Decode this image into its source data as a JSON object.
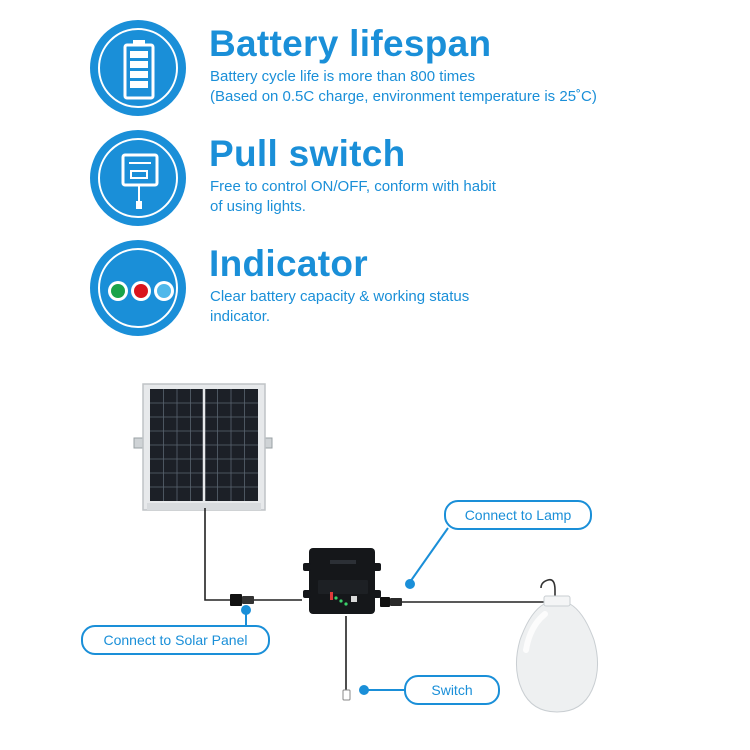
{
  "features": [
    {
      "icon": "battery-icon",
      "title": "Battery lifespan",
      "desc_line1": "Battery cycle life is more than 800 times",
      "desc_line2": "(Based on 0.5C charge, environment temperature is 25˚C)"
    },
    {
      "icon": "pull-switch-icon",
      "title": "Pull switch",
      "desc_line1": "Free to control ON/OFF, conform with habit",
      "desc_line2": "of using lights."
    },
    {
      "icon": "indicator-lights-icon",
      "title": "Indicator",
      "desc_line1": "Clear battery capacity & working status",
      "desc_line2": "indicator.",
      "indicator_colors": [
        "#1aa34a",
        "#d9141e",
        "#4fb8ea"
      ]
    }
  ],
  "diagram": {
    "callouts": {
      "lamp": "Connect to Lamp",
      "solar": "Connect to Solar Panel",
      "switch": "Switch"
    }
  },
  "colors": {
    "accent": "#1a8fd8",
    "background": "#ffffff"
  }
}
